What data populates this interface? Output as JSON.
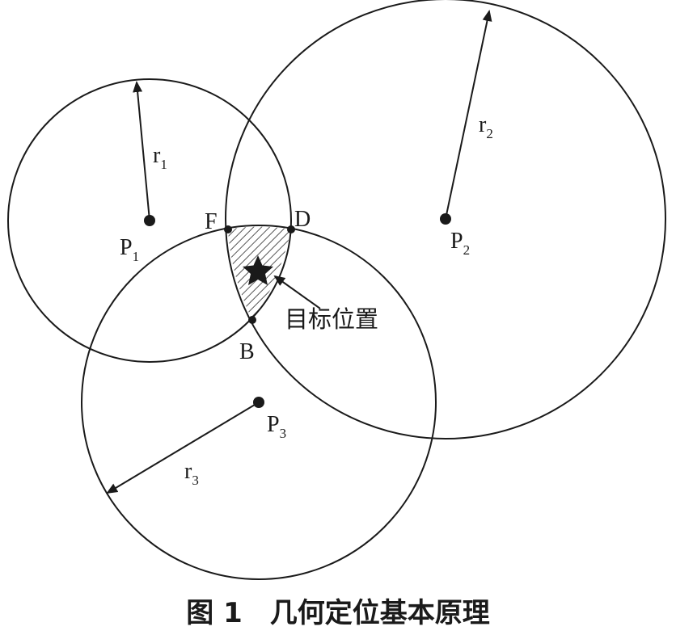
{
  "points": {
    "p1": {
      "letter": "P",
      "sub": "1"
    },
    "p2": {
      "letter": "P",
      "sub": "2"
    },
    "p3": {
      "letter": "P",
      "sub": "3"
    },
    "f": "F",
    "d": "D",
    "b": "B"
  },
  "radii": {
    "r1": {
      "letter": "r",
      "sub": "1"
    },
    "r2": {
      "letter": "r",
      "sub": "2"
    },
    "r3": {
      "letter": "r",
      "sub": "3"
    }
  },
  "target_label": "目标位置",
  "caption": {
    "figure": "图 1",
    "title": "几何定位基本原理"
  },
  "colors": {
    "stroke": "#1a1a1a",
    "hatch": "#555555",
    "background": "#ffffff"
  },
  "icons": {
    "target": "star-icon"
  }
}
